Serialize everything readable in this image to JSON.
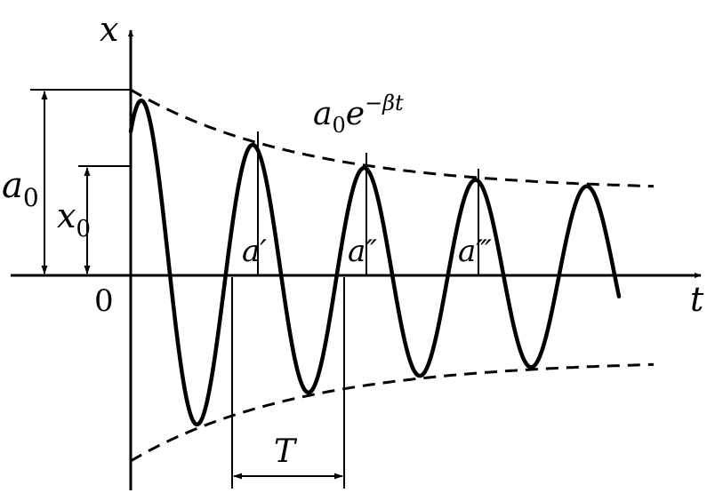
{
  "diagram": {
    "axes": {
      "vertical_label": "x",
      "horizontal_label": "t",
      "origin_label": "0"
    },
    "labels": {
      "initial_amplitude": {
        "base": "a",
        "sub": "0"
      },
      "initial_displacement": {
        "base": "x",
        "sub": "0"
      },
      "envelope": {
        "base": "a",
        "sub": "0",
        "exp_base": "e",
        "exponent": "−βt"
      },
      "peak_1": "a′",
      "peak_2": "a″",
      "peak_3": "a‴",
      "period": "T"
    },
    "colors": {
      "ink": "#000000",
      "background": "#ffffff"
    }
  }
}
